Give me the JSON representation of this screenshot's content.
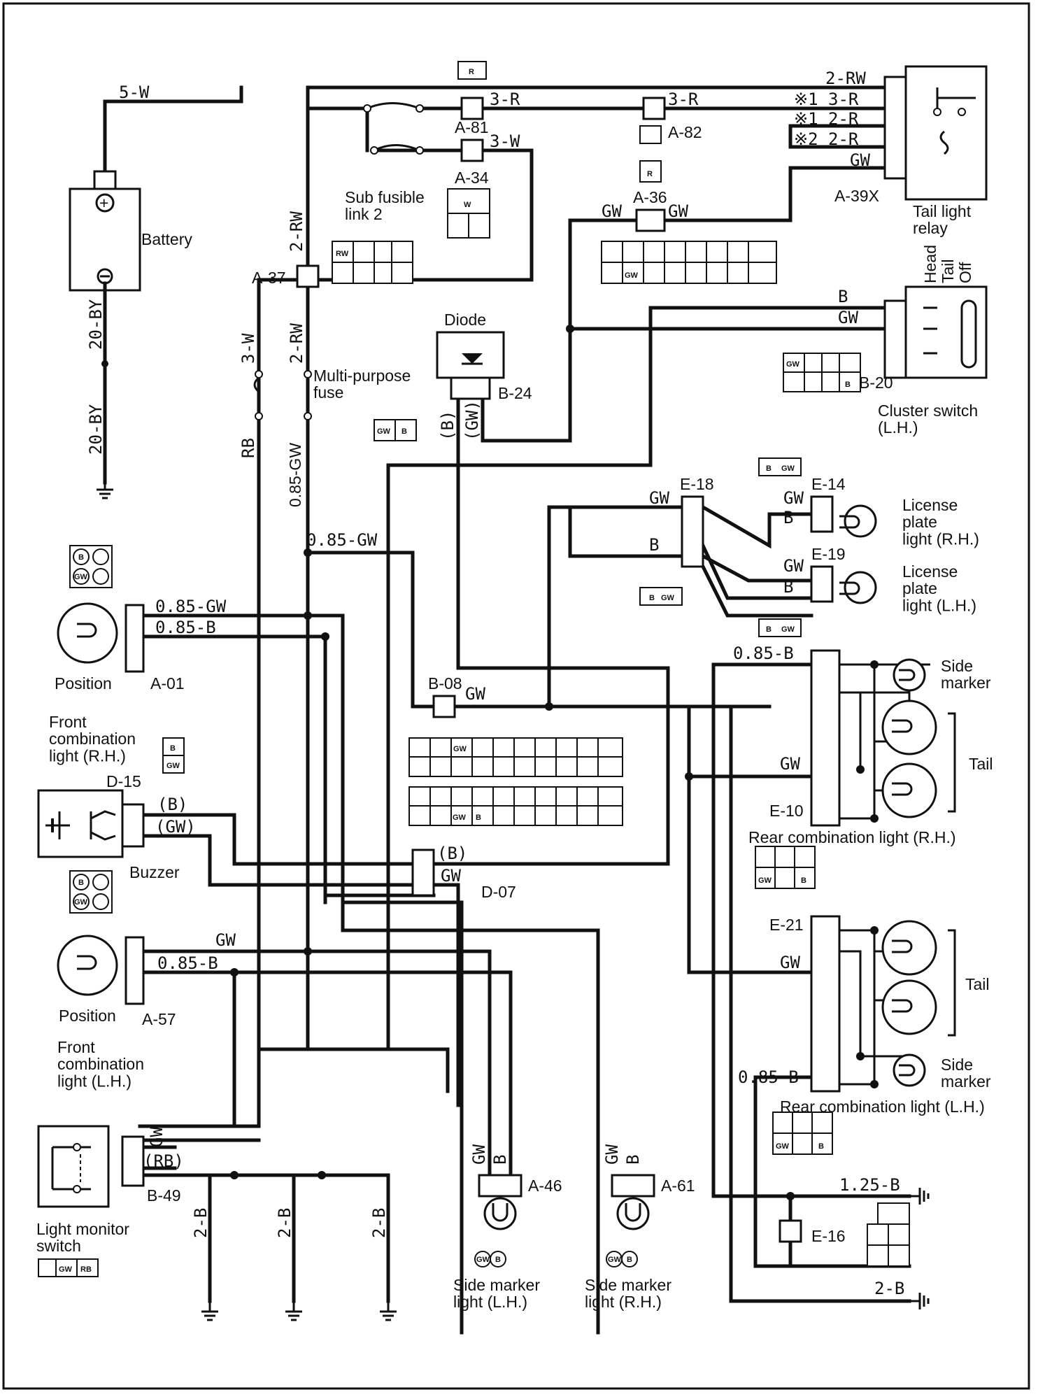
{
  "components": {
    "battery": "Battery",
    "sub_fusible_link": "Sub fusible\nlink 2",
    "multi_purpose_fuse": "Multi-purpose\nfuse",
    "diode": "Diode",
    "tail_light_relay": "Tail light\nrelay",
    "cluster_switch": "Cluster switch\n(L.H.)",
    "cluster_switch_positions": [
      "Head",
      "Tail",
      "Off"
    ],
    "license_plate_rh": "License\nplate\nlight (R.H.)",
    "license_plate_lh": "License\nplate\nlight (L.H.)",
    "side_marker_top": "Side\nmarker",
    "side_marker_bottom": "Side\nmarker",
    "tail_top": "Tail",
    "tail_bottom": "Tail",
    "rear_comb_rh": "Rear combination light (R.H.)",
    "rear_comb_lh": "Rear combination light (L.H.)",
    "position_top": "Position",
    "position_bottom": "Position",
    "front_comb_rh": "Front\ncombination\nlight (R.H.)",
    "front_comb_lh": "Front\ncombination\nlight (L.H.)",
    "buzzer": "Buzzer",
    "light_monitor": "Light monitor\nswitch",
    "side_marker_lh": "Side marker\nlight (L.H.)",
    "side_marker_rh": "Side marker\nlight (R.H.)"
  },
  "connectors": {
    "a81": "A-81",
    "a34": "A-34",
    "a82": "A-82",
    "a36": "A-36",
    "a37": "A-37",
    "a39x": "A-39X",
    "b24": "B-24",
    "b20": "B-20",
    "e18": "E-18",
    "e14": "E-14",
    "e19": "E-19",
    "b08": "B-08",
    "e10": "E-10",
    "e21": "E-21",
    "d15": "D-15",
    "d07": "D-07",
    "a01": "A-01",
    "a57": "A-57",
    "b49": "B-49",
    "a46": "A-46",
    "a61": "A-61",
    "e16": "E-16"
  },
  "wires": {
    "w5w": "5-W",
    "bat_neg1": "20-BY",
    "bat_neg2": "20-BY",
    "a81_3r": "3-R",
    "a82_3r": "3-R",
    "a34_3w": "3-W",
    "relay_2rw": "2-RW",
    "relay_3r": "※1 3-R",
    "relay_2r1": "※1 2-R",
    "relay_2r2": "※2 2-R",
    "relay_gw": "GW",
    "a36_gw_l": "GW",
    "a36_gw_r": "GW",
    "v2rw_top": "2-RW",
    "v2rw_mid": "2-RW",
    "v3w": "3-W",
    "vrb": "RB",
    "v085gw": "0.85-GW",
    "diode_b": "(B)",
    "diode_gw": "(GW)",
    "cs_b": "B",
    "cs_gw": "GW",
    "h085gw": "0.85-GW",
    "e18_gw": "GW",
    "e18_b": "B",
    "e14_gw": "GW",
    "e14_b": "B",
    "e19_gw": "GW",
    "e19_b": "B",
    "a01_gw": "0.85-GW",
    "a01_b": "0.85-B",
    "b08_gw": "GW",
    "e10_b": "0.85-B",
    "e10_gw": "GW",
    "d15_b": "(B)",
    "d15_gw": "(GW)",
    "d07_b": "(B)",
    "d07_gw": "GW",
    "a57_gw": "GW",
    "a57_b": "0.85-B",
    "e21_gw": "GW",
    "e21_b": "0.85-B",
    "b49_gw": "GW",
    "b49_rb": "(RB)",
    "gnd1": "2-B",
    "gnd2": "2-B",
    "gnd3": "2-B",
    "a46_gw": "GW",
    "a46_b": "B",
    "a61_gw": "GW",
    "a61_b": "B",
    "e16_125b": "1.25-B",
    "e16_2b": "2-B"
  },
  "pins": {
    "rw": "RW",
    "gw": "GW",
    "b": "B",
    "w": "W",
    "r": "R",
    "rb": "RB"
  }
}
